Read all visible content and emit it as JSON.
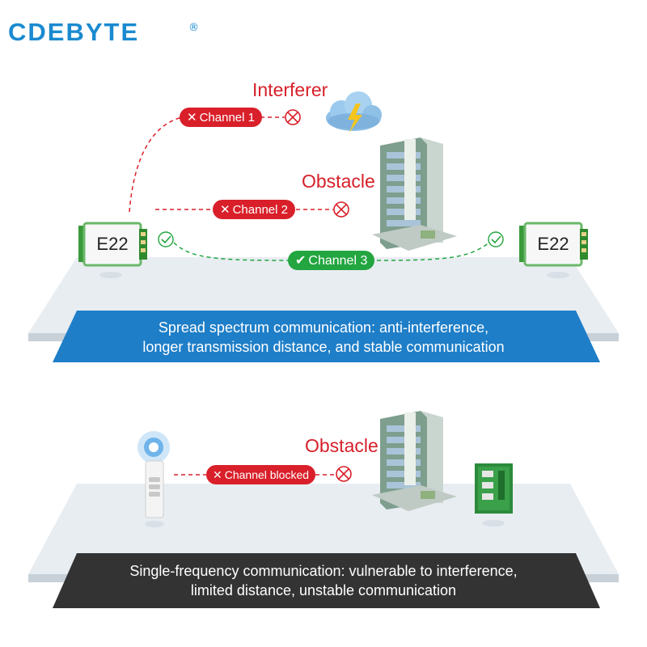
{
  "brand": {
    "name": "CDEBYTE",
    "reg": "®"
  },
  "top_scene": {
    "interferer_label": "Interferer",
    "obstacle_label": "Obstacle",
    "channel1_label": "Channel 1",
    "channel2_label": "Channel 2",
    "channel3_label": "Channel 3",
    "left_module_label": "E22",
    "right_module_label": "E22",
    "banner_line1": "Spread spectrum communication: anti-interference,",
    "banner_line2": "longer transmission distance, and stable communication"
  },
  "bottom_scene": {
    "obstacle_label": "Obstacle",
    "channel_label": "Channel blocked",
    "banner_line1": "Single-frequency communication: vulnerable to interference,",
    "banner_line2": "limited distance, unstable communication"
  },
  "colors": {
    "brand_blue": "#1a8ad0",
    "alert_red": "#d9202a",
    "ok_green": "#23a540",
    "banner_blue": "#1e7ec8",
    "banner_dark": "#333333"
  },
  "icons": {
    "blocked": "x-circle-icon",
    "ok": "check-circle-icon",
    "interferer": "storm-cloud-icon",
    "obstacle": "building-icon",
    "remote": "remote-control-icon",
    "receiver": "circuit-board-icon"
  }
}
